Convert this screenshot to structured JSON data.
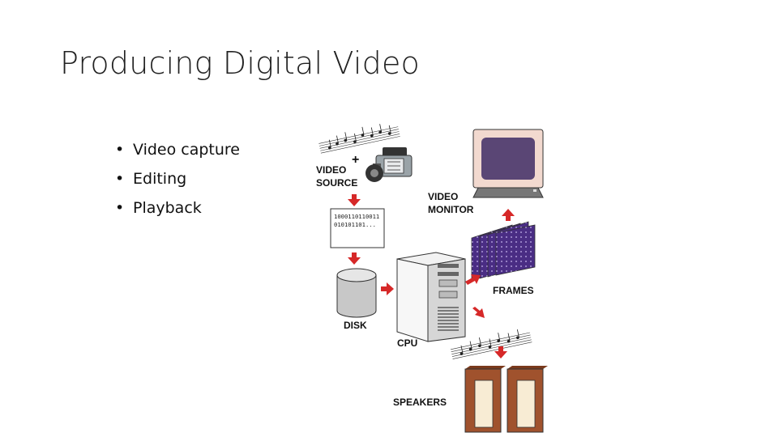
{
  "title": "Producing Digital Video",
  "bullets": [
    {
      "text": "Video capture"
    },
    {
      "text": "Editing"
    },
    {
      "text": "Playback"
    }
  ],
  "diagram": {
    "plus_sign": "+",
    "video_source_line1": "VIDEO",
    "video_source_line2": "SOURCE",
    "video_monitor_line1": "VIDEO",
    "video_monitor_line2": "MONITOR",
    "binary_line1": "1000110110011",
    "binary_line2": "010101101...",
    "disk_label": "DISK",
    "cpu_label": "CPU",
    "frames_label": "FRAMES",
    "speakers_label": "SPEAKERS"
  },
  "colors": {
    "arrow": "#d62828",
    "monitor_body": "#f2d9cf",
    "monitor_screen": "#5a4675",
    "frames": "#4a2d84",
    "speaker": "#a0522d",
    "speaker_panel": "#f8ecd4"
  },
  "icons": [
    "camcorder-icon",
    "music-notes-icon",
    "monitor-icon",
    "disk-icon",
    "cpu-tower-icon",
    "film-frames-icon",
    "speaker-icon",
    "arrow-icon"
  ]
}
